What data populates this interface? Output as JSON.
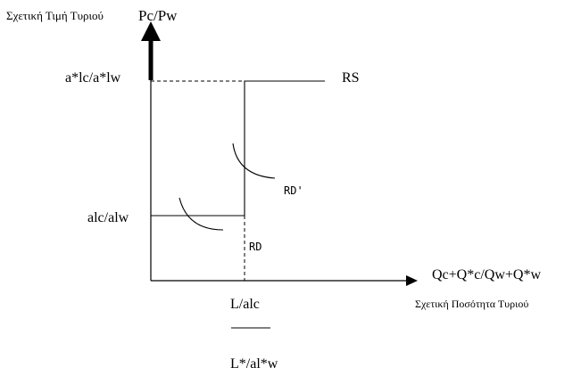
{
  "y_axis": {
    "label": "Σχετική Τιμή Τυριού",
    "variable": "Pc/Pw"
  },
  "x_axis": {
    "variable": "Qc+Q*c/Qw+Q*w",
    "label": "Σχετική Ποσότητα Τυριού"
  },
  "y_ticks": {
    "upper": "a*lc/a*lw",
    "lower": "alc/alw"
  },
  "x_tick": {
    "numerator": "L/alc",
    "denominator": "L*/al*w"
  },
  "curves": {
    "rs": "RS",
    "rd": "RD",
    "rd_prime": "RD'"
  }
}
